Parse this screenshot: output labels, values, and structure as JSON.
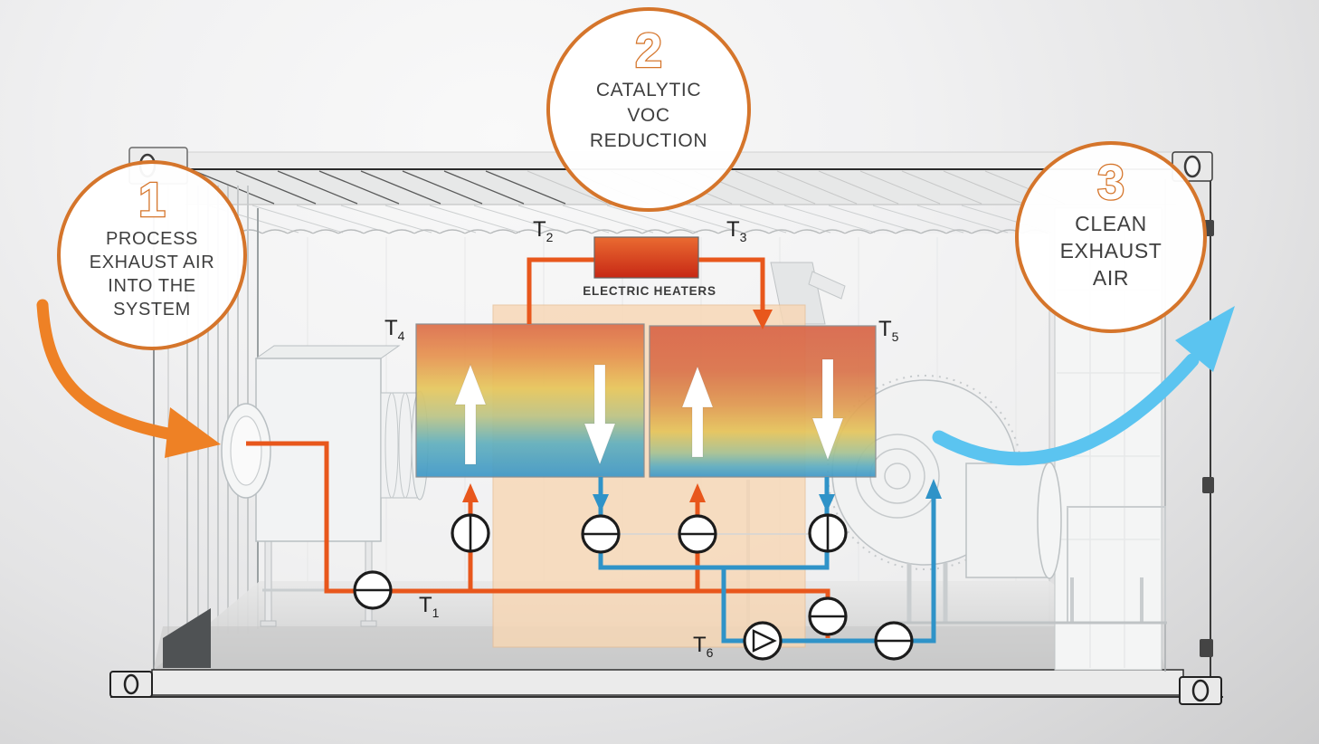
{
  "diagram": {
    "callouts": [
      {
        "number": "1",
        "lines": [
          "PROCESS",
          "EXHAUST AIR",
          "INTO THE",
          "SYSTEM"
        ]
      },
      {
        "number": "2",
        "lines": [
          "CATALYTIC",
          "VOC",
          "REDUCTION"
        ]
      },
      {
        "number": "3",
        "lines": [
          "CLEAN",
          "EXHAUST",
          "AIR"
        ]
      }
    ],
    "equipment_labels": {
      "electric_heaters": "ELECTRIC HEATERS"
    },
    "temperature_points": [
      {
        "base": "T",
        "sub": "1"
      },
      {
        "base": "T",
        "sub": "2"
      },
      {
        "base": "T",
        "sub": "3"
      },
      {
        "base": "T",
        "sub": "4"
      },
      {
        "base": "T",
        "sub": "5"
      },
      {
        "base": "T",
        "sub": "6"
      }
    ],
    "flow_icons": {
      "inlet_arrow": "curved-orange-arrow-into-system",
      "outlet_arrow": "curved-blue-arrow-clean-exhaust",
      "heat_exchanger_arrows": [
        "up",
        "down",
        "up",
        "down"
      ],
      "valve_count": 7,
      "pump_count": 1
    },
    "colors": {
      "accent_orange": "#D5752B",
      "hot_pipe": "#E8571C",
      "cold_pipe": "#2F93C8",
      "inlet_swoosh": "#EE8125",
      "clean_air_swoosh": "#5BC4F0",
      "heater_top": "#EA6B31",
      "heater_bottom": "#C72815",
      "hx_hot": "#DD6E4B",
      "hx_mid": "#E7C75D",
      "hx_cold": "#3F98C8",
      "housing_peach": "#F8D7B4"
    }
  }
}
